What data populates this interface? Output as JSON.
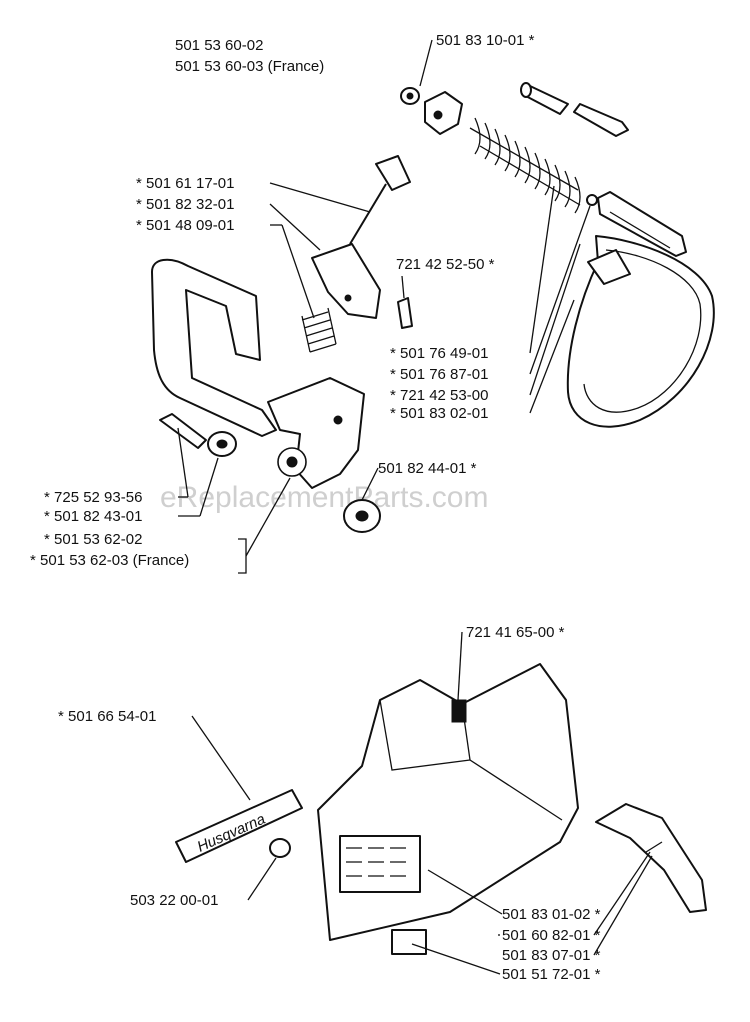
{
  "header": {
    "line1": "501 53 60-02",
    "line2": "501 53 60-03 (France)"
  },
  "labels": {
    "p501831001": "501 83 10-01  *",
    "p501611701": "*  501 61 17-01",
    "p501823201": "*  501 82 32-01",
    "p501480901": "*  501 48 09-01",
    "p721425250": "721 42 52-50  *",
    "p501764901": "*  501 76 49-01",
    "p501768701": "*  501 76 87-01",
    "p721425300": "*  721 42 53-00",
    "p501830201": "*  501 83 02-01",
    "p501824401": "501 82 44-01  *",
    "p725529356": "* 725 52 93-56",
    "p501824301": "*  501 82 43-01",
    "p501536202": "*  501 53 62-02",
    "p501536203": "*  501 53 62-03 (France)",
    "p721416500": "721 41 65-00  *",
    "p501665401": "*  501 66 54-01",
    "p503220001": "503 22 00-01",
    "p501830102": "501 83 01-02  *",
    "p501608201": "501 60 82-01  *",
    "p501830701": "501 83 07-01  *",
    "p501517201": "501 51 72-01  *"
  },
  "decal": {
    "brand": "Husqvarna"
  },
  "watermark": "eReplacementParts.com",
  "colors": {
    "ink": "#111111",
    "paper": "#ffffff",
    "watermark": "#cfcfcf"
  }
}
